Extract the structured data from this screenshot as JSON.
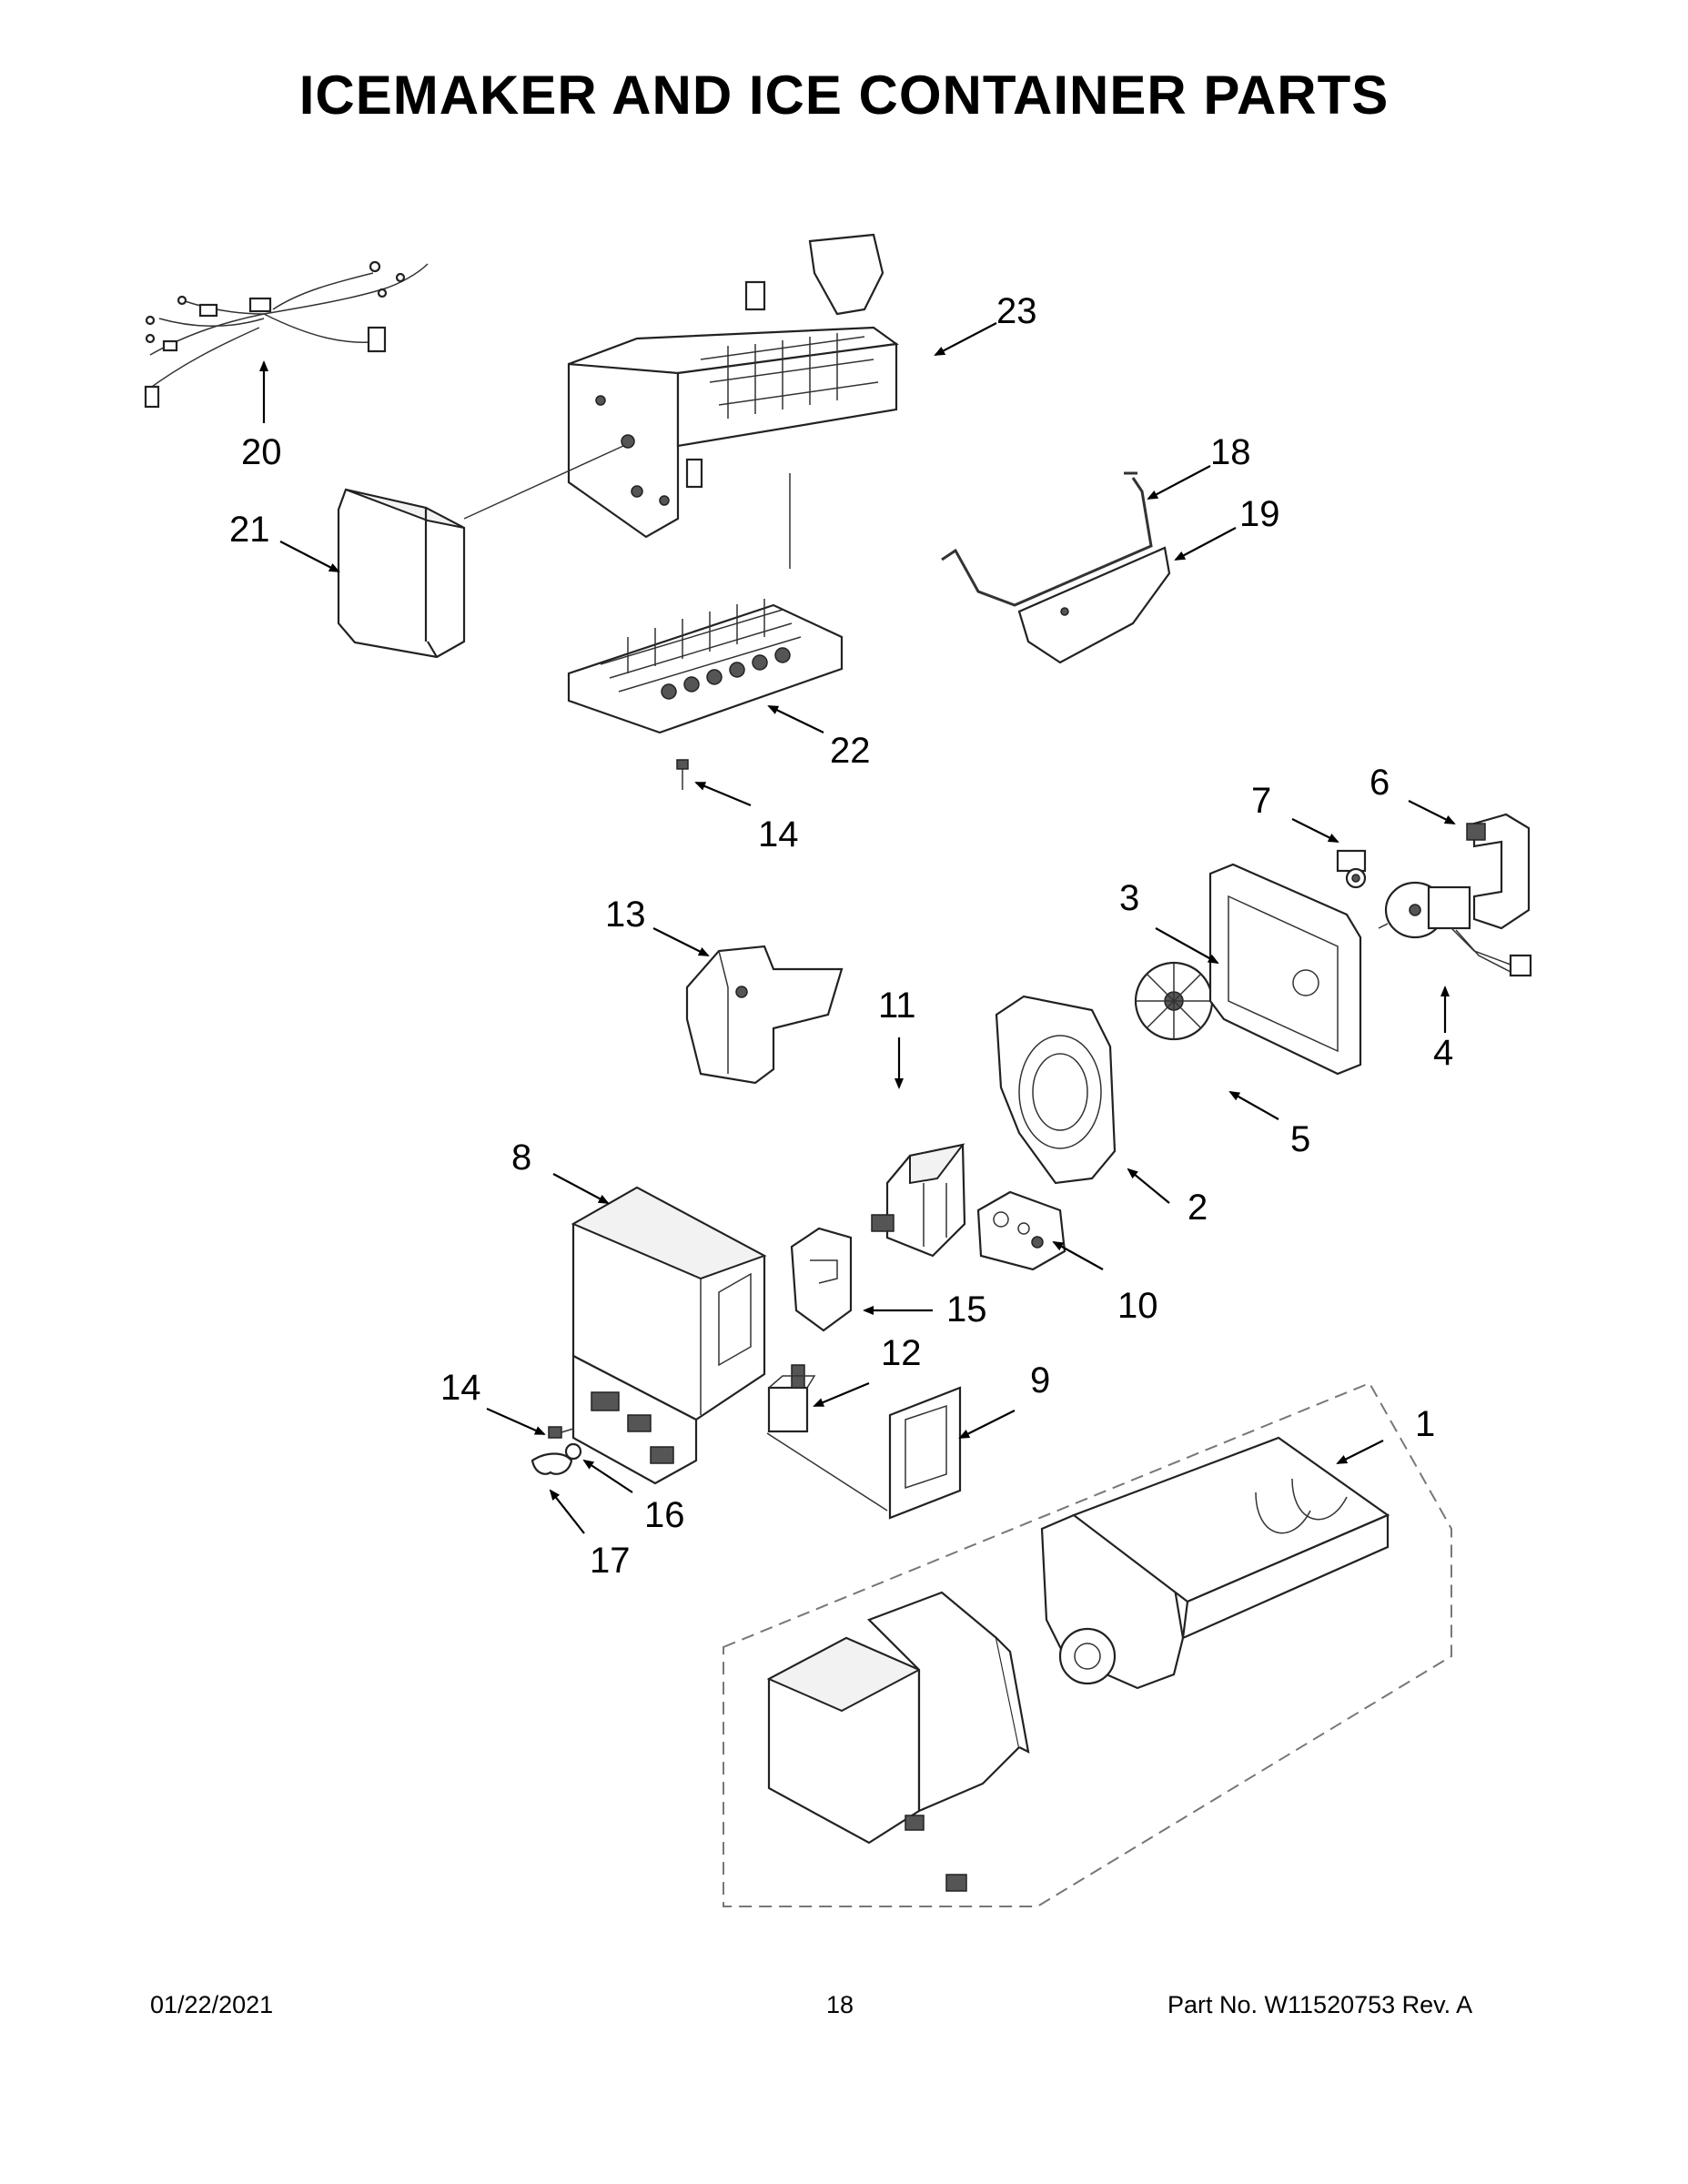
{
  "title": "ICEMAKER AND ICE CONTAINER PARTS",
  "footer": {
    "date": "01/22/2021",
    "page": "18",
    "part_no": "Part No.  W11520753  Rev.  A"
  },
  "callouts": [
    "1",
    "2",
    "3",
    "4",
    "5",
    "6",
    "7",
    "8",
    "9",
    "10",
    "11",
    "12",
    "13",
    "14",
    "15",
    "16",
    "17",
    "18",
    "19",
    "20",
    "21",
    "22",
    "23",
    "14"
  ]
}
